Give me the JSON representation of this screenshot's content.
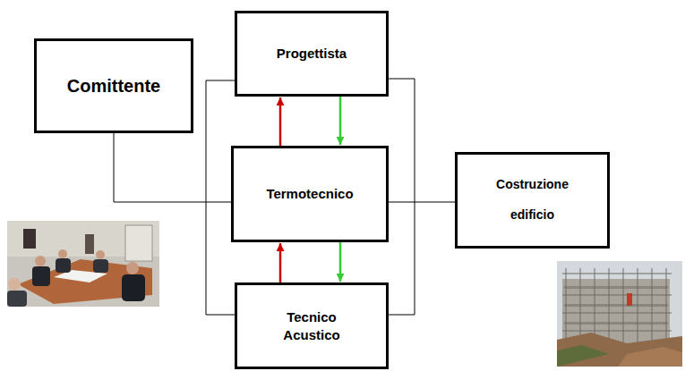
{
  "diagram": {
    "nodes": [
      {
        "text": [
          "Progettista"
        ]
      },
      {
        "text": [
          "Comittente"
        ]
      },
      {
        "text": [
          "Termotecnico"
        ]
      },
      {
        "text": [
          "Costruzione edificio"
        ]
      },
      {
        "text": [
          "Tecnico Acustico"
        ]
      }
    ],
    "edges": [
      {
        "from": 1,
        "to": 2,
        "arrow": "none"
      },
      {
        "from": 2,
        "to": 3,
        "arrow": "none"
      },
      {
        "from": 2,
        "to": 0,
        "arrow": "to"
      },
      {
        "from": 0,
        "to": 2,
        "arrow": "to"
      },
      {
        "from": 4,
        "to": 2,
        "arrow": "to"
      },
      {
        "from": 2,
        "to": 4,
        "arrow": "to"
      },
      {
        "from": 0,
        "to": 4,
        "arrow": "none"
      },
      {
        "from": 0,
        "to": 4,
        "arrow": "none"
      }
    ]
  }
}
